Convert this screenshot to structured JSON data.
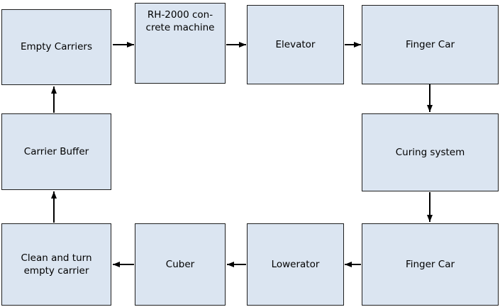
{
  "diagram": {
    "nodes": [
      {
        "id": "empty-carriers",
        "label": "Empty Carriers"
      },
      {
        "id": "concrete-machine",
        "label": "RH-2000 con-\ncrete machine"
      },
      {
        "id": "elevator",
        "label": "Elevator"
      },
      {
        "id": "finger-car-top",
        "label": "Finger Car"
      },
      {
        "id": "curing-system",
        "label": "Curing system"
      },
      {
        "id": "finger-car-bottom",
        "label": "Finger Car"
      },
      {
        "id": "lowerator",
        "label": "Lowerator"
      },
      {
        "id": "cuber",
        "label": "Cuber"
      },
      {
        "id": "clean-and-turn",
        "label": "Clean and turn\nempty carrier"
      },
      {
        "id": "carrier-buffer",
        "label": "Carrier Buffer"
      }
    ],
    "edges": [
      {
        "from": "empty-carriers",
        "to": "concrete-machine"
      },
      {
        "from": "concrete-machine",
        "to": "elevator"
      },
      {
        "from": "elevator",
        "to": "finger-car-top"
      },
      {
        "from": "finger-car-top",
        "to": "curing-system"
      },
      {
        "from": "curing-system",
        "to": "finger-car-bottom"
      },
      {
        "from": "finger-car-bottom",
        "to": "lowerator"
      },
      {
        "from": "lowerator",
        "to": "cuber"
      },
      {
        "from": "cuber",
        "to": "clean-and-turn"
      },
      {
        "from": "clean-and-turn",
        "to": "carrier-buffer"
      },
      {
        "from": "carrier-buffer",
        "to": "empty-carriers"
      }
    ],
    "colors": {
      "node_fill": "#dbe5f1",
      "node_border": "#1f1f1f",
      "arrow": "#000000",
      "background": "#ffffff"
    }
  }
}
